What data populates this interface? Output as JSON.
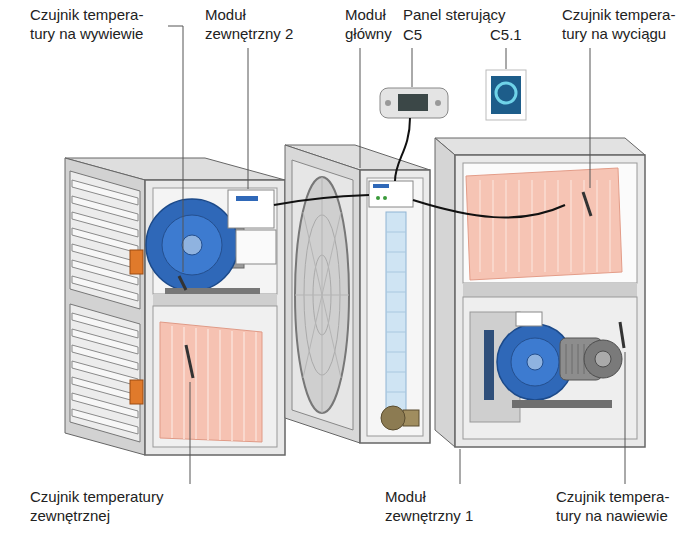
{
  "diagram": {
    "labels": [
      "Czujnik tempera- tury na wywiewie",
      "Moduł zewnętrzny 2",
      "Moduł główny",
      "Panel sterujący",
      "C5",
      "C5.1",
      "Czujnik tempera- tury na wyciągu",
      "Czujnik temperatury zewnętrznej",
      "Moduł zewnętrzny 1",
      "Czujnik tempera- tury na nawiewie"
    ]
  }
}
